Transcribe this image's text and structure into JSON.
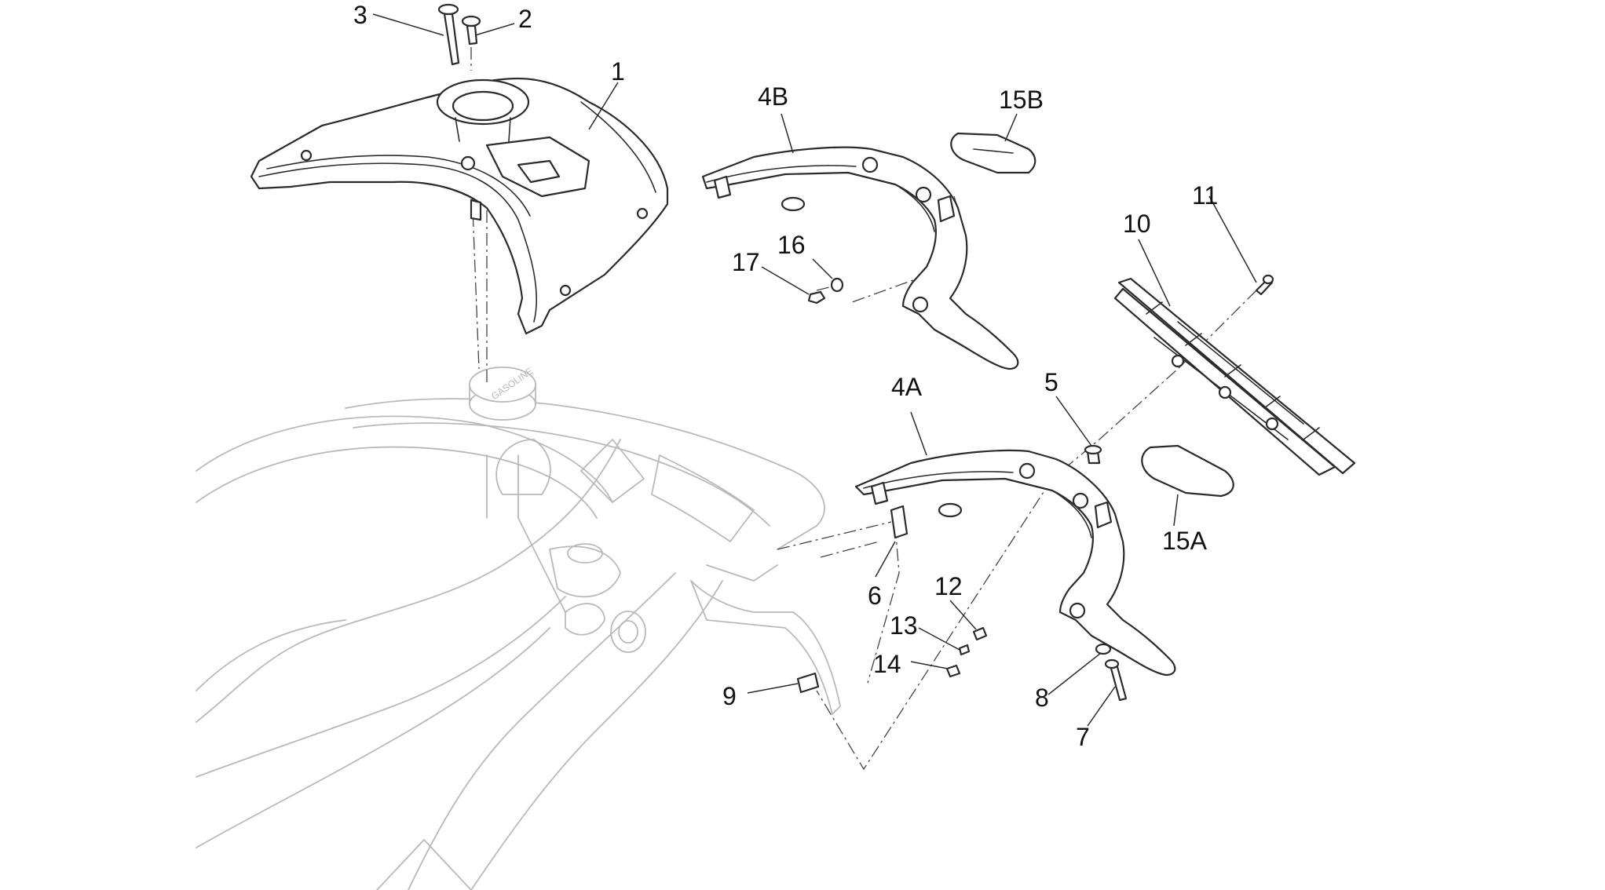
{
  "callouts": {
    "c1": "1",
    "c2": "2",
    "c3": "3",
    "c4a": "4A",
    "c4b": "4B",
    "c5": "5",
    "c6": "6",
    "c7": "7",
    "c8": "8",
    "c9": "9",
    "c10": "10",
    "c11": "11",
    "c12": "12",
    "c13": "13",
    "c14": "14",
    "c15a": "15A",
    "c15b": "15B",
    "c16": "16",
    "c17": "17"
  },
  "cap_text": "GASOLINE",
  "colors": {
    "part_line": "#2b2b2b",
    "frame_line": "#b9b9b9",
    "background": "#ffffff"
  }
}
